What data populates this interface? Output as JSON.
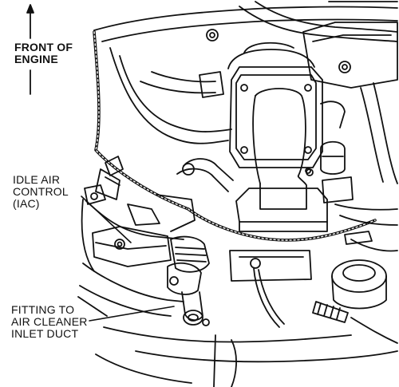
{
  "labels": {
    "front_of_engine": [
      "FRONT OF",
      "ENGINE"
    ],
    "idle_air_control": [
      "IDLE AIR",
      "CONTROL",
      "(IAC)"
    ],
    "fitting": [
      "FITTING TO",
      "AIR CLEANER",
      "INLET DUCT"
    ]
  },
  "colors": {
    "ink": "#111111",
    "background": "#ffffff"
  },
  "icons": {
    "direction_arrow": "up-arrow"
  }
}
